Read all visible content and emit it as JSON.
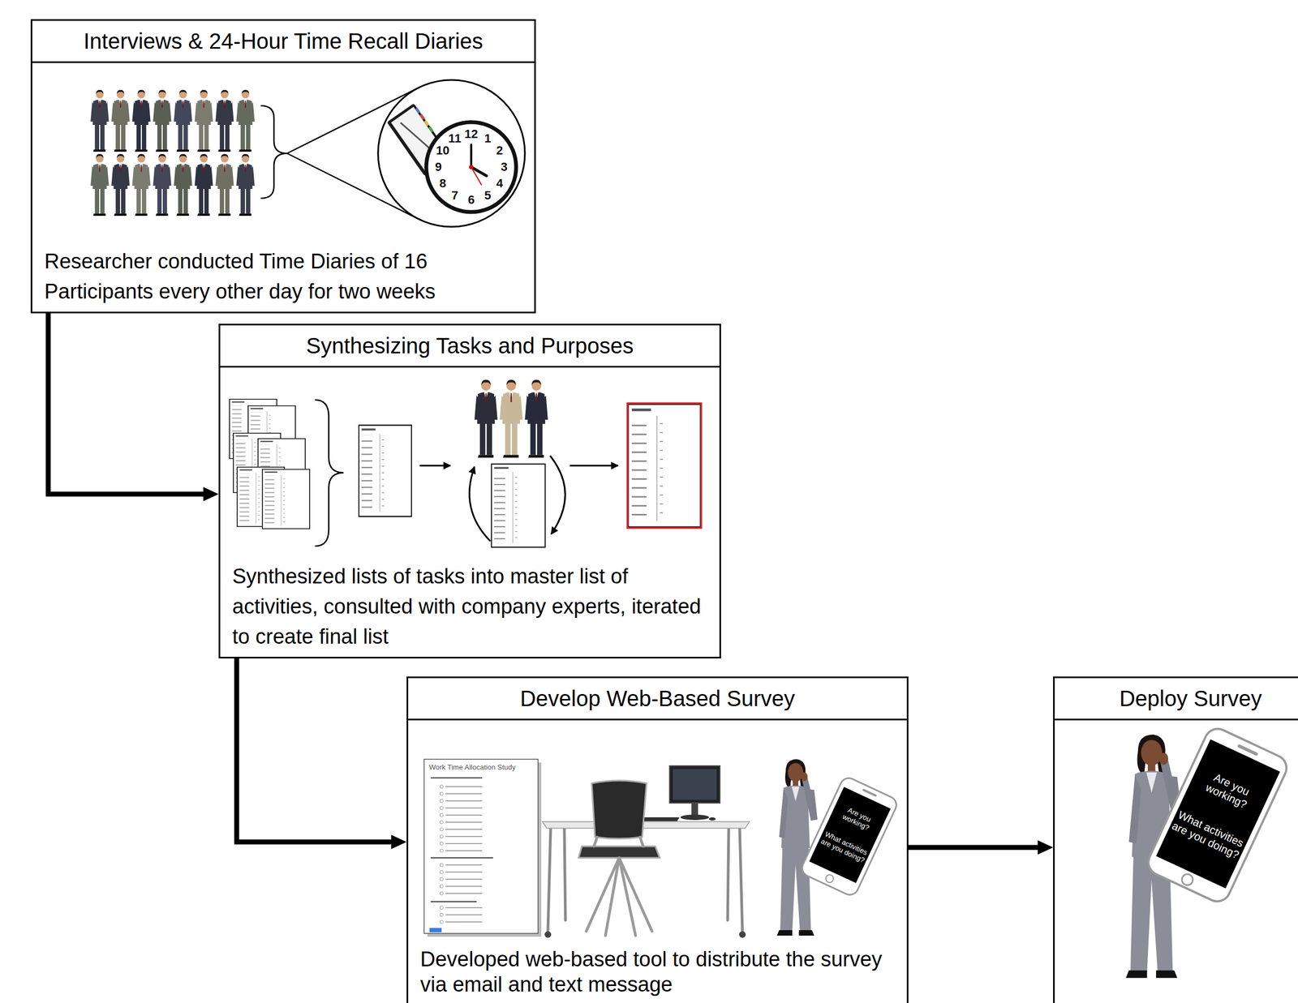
{
  "diagram": {
    "nodes": [
      {
        "text": [
          "Interviews & 24-Hour Time Recall Diaries",
          "Researcher conducted Time Diaries of 16 Participants every other day for two weeks"
        ]
      },
      {
        "text": [
          "Synthesizing Tasks and Purposes",
          "Synthesized lists of tasks into master list of activities, consulted with company experts, iterated to create final list"
        ]
      },
      {
        "text": [
          "Develop Web-Based Survey",
          "Developed web-based tool to distribute the survey via email and text message"
        ]
      },
      {
        "text": [
          "Deploy Survey"
        ]
      }
    ],
    "edges": [
      {
        "from": 0,
        "to": 1,
        "arrow": "to"
      },
      {
        "from": 1,
        "to": 2,
        "arrow": "to"
      },
      {
        "from": 2,
        "to": 3,
        "arrow": "to"
      }
    ],
    "labels": [
      "12",
      "1",
      "2",
      "3",
      "4",
      "5",
      "6",
      "7",
      "8",
      "9",
      "10",
      "11",
      "Work Time Allocation Study",
      "Are you working?",
      "What activities are you doing?",
      "Are you working?",
      "What activities are you doing?"
    ]
  }
}
